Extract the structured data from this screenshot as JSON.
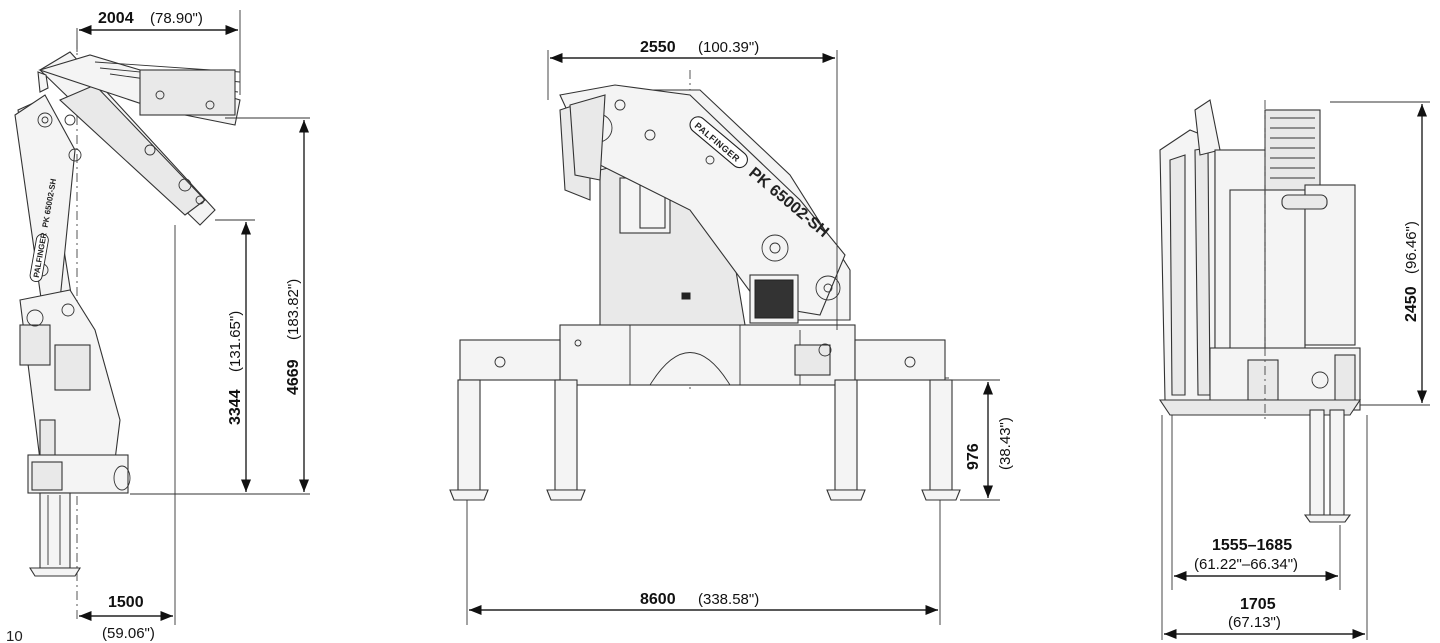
{
  "page_number": "10",
  "brand": "PALFINGER",
  "model": "PK 65002-SH",
  "side_view": {
    "top_width": {
      "mm": "2004",
      "inch": "(78.90\")"
    },
    "height_inner": {
      "mm": "3344",
      "inch": "(131.65\")"
    },
    "height_total": {
      "mm": "4669",
      "inch": "(183.82\")"
    },
    "bottom_width": {
      "mm": "1500",
      "inch": "(59.06\")"
    }
  },
  "front_view": {
    "top_width": {
      "mm": "2550",
      "inch": "(100.39\")"
    },
    "leg_height": {
      "mm": "976",
      "inch": "(38.43\")"
    },
    "outrigger_span": {
      "mm": "8600",
      "inch": "(338.58\")"
    }
  },
  "rear_view": {
    "height": {
      "mm": "2450",
      "inch": "(96.46\")"
    },
    "inner_width": {
      "mm": "1555–1685",
      "inch": "(61.22\"–66.34\")"
    },
    "outer_width": {
      "mm": "1705",
      "inch": "(67.13\")"
    }
  }
}
